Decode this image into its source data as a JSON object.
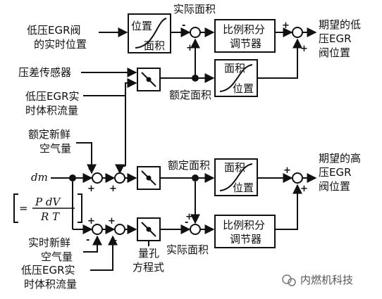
{
  "inputs": {
    "lp_egr_valve_realtime_position": [
      "低压EGR阀",
      "的实时位置"
    ],
    "dp_sensor": "压差传感器",
    "lp_egr_realtime_volume_flow_top": [
      "低压EGR实",
      "时体积流量"
    ],
    "rated_fresh_air": [
      "额定新鲜",
      "空气量"
    ],
    "dm": "dm",
    "realtime_fresh_air": [
      "实时新鲜",
      "空气量"
    ],
    "lp_egr_realtime_volume_flow_bottom": [
      "低压EGR实",
      "时体积流量"
    ]
  },
  "formula": {
    "numerator": "P dV",
    "denominator": "R T",
    "equals": "="
  },
  "blocks": {
    "pos_to_area": {
      "top": "位置",
      "bottom": "面积"
    },
    "area_to_pos_upper": {
      "top": "面积",
      "bottom": "位置"
    },
    "area_to_pos_lower": {
      "top": "面积",
      "bottom": "位置"
    },
    "pi_upper": [
      "比例积分",
      "调节器"
    ],
    "pi_lower": [
      "比例积分",
      "调节器"
    ]
  },
  "labels": {
    "actual_area_top": "实际面积",
    "rated_area_upper": "额定面积",
    "rated_area_lower": "额定面积",
    "actual_area_bottom": "实际面积",
    "orifice_equation": [
      "量孔",
      "方程式"
    ]
  },
  "outputs": {
    "desired_lp_egr_valve_position": [
      "期望的低",
      "压EGR",
      "阀位置"
    ],
    "desired_hp_egr_valve_position": [
      "期望的高",
      "压EGR",
      "阀位置"
    ]
  },
  "signs": {
    "plus": "+",
    "minus": "-"
  },
  "watermark": "内燃机科技"
}
